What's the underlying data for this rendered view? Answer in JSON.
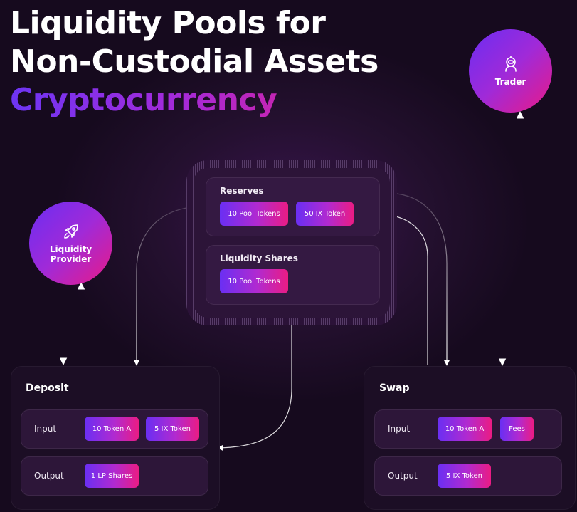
{
  "title": {
    "line1": "Liquidity Pools for",
    "line2": "Non-Custodial Assets",
    "line3": "Cryptocurrency"
  },
  "trader": {
    "label": "Trader",
    "icon": "astronaut-icon"
  },
  "liquidity_provider": {
    "line1": "Liquidity",
    "line2": "Provider",
    "icon": "rocket-icon"
  },
  "pool": {
    "reserves": {
      "title": "Reserves",
      "tokens": [
        "10 Pool Tokens",
        "50 IX Token"
      ]
    },
    "liquidity_shares": {
      "title": "Liquidity Shares",
      "tokens": [
        "10 Pool Tokens"
      ]
    }
  },
  "deposit": {
    "title": "Deposit",
    "input_label": "Input",
    "input_tokens": [
      "10 Token A",
      "5 IX Token"
    ],
    "output_label": "Output",
    "output_tokens": [
      "1 LP Shares"
    ]
  },
  "swap": {
    "title": "Swap",
    "input_label": "Input",
    "input_tokens": [
      "10 Token A",
      "Fees"
    ],
    "output_label": "Output",
    "output_tokens": [
      "5 IX Token"
    ]
  },
  "colors": {
    "background": "#1a0c22",
    "gradient_start": "#6a2ff3",
    "gradient_end": "#ea1c84"
  }
}
